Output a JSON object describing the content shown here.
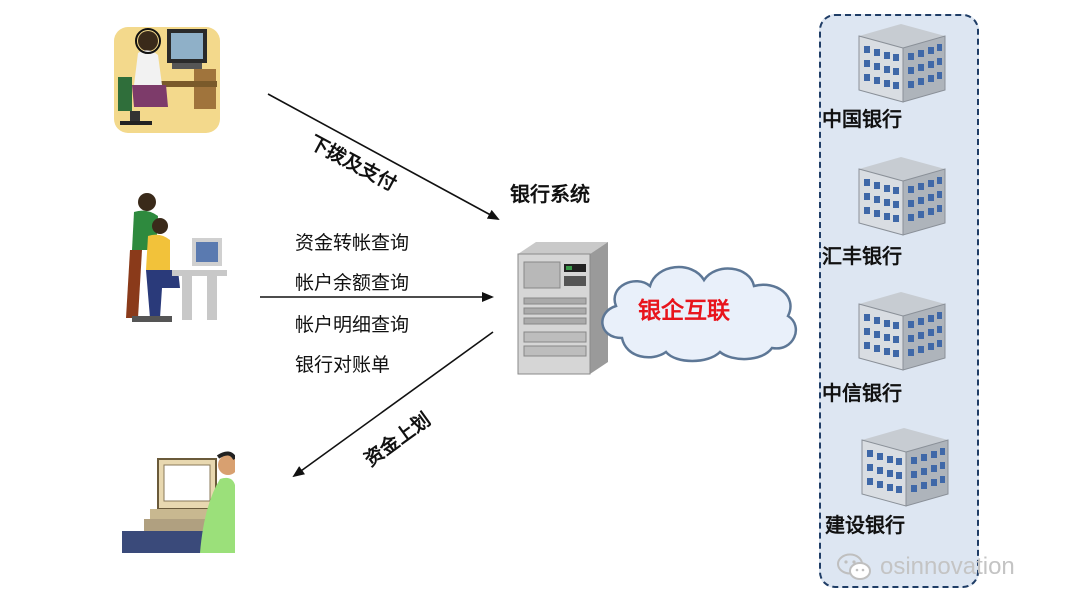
{
  "flows": {
    "disburse_label": "下拨及支付",
    "query_items": [
      "资金转帐查询",
      "帐户余额查询",
      "帐户明细查询",
      "银行对账单"
    ],
    "transfer_up_label": "资金上划"
  },
  "bank_system": {
    "title": "银行系统"
  },
  "interconnect": {
    "label": "银企互联",
    "color": "#e8141c"
  },
  "banks": [
    "中国银行",
    "汇丰银行",
    "中信银行",
    "建设银行"
  ],
  "watermark": {
    "text": "osinnovation"
  },
  "colors": {
    "panel_bg": "#dde6f2",
    "panel_border": "#1f3d66",
    "cloud_fill": "#e9f0fa",
    "cloud_stroke": "#5d7796"
  }
}
